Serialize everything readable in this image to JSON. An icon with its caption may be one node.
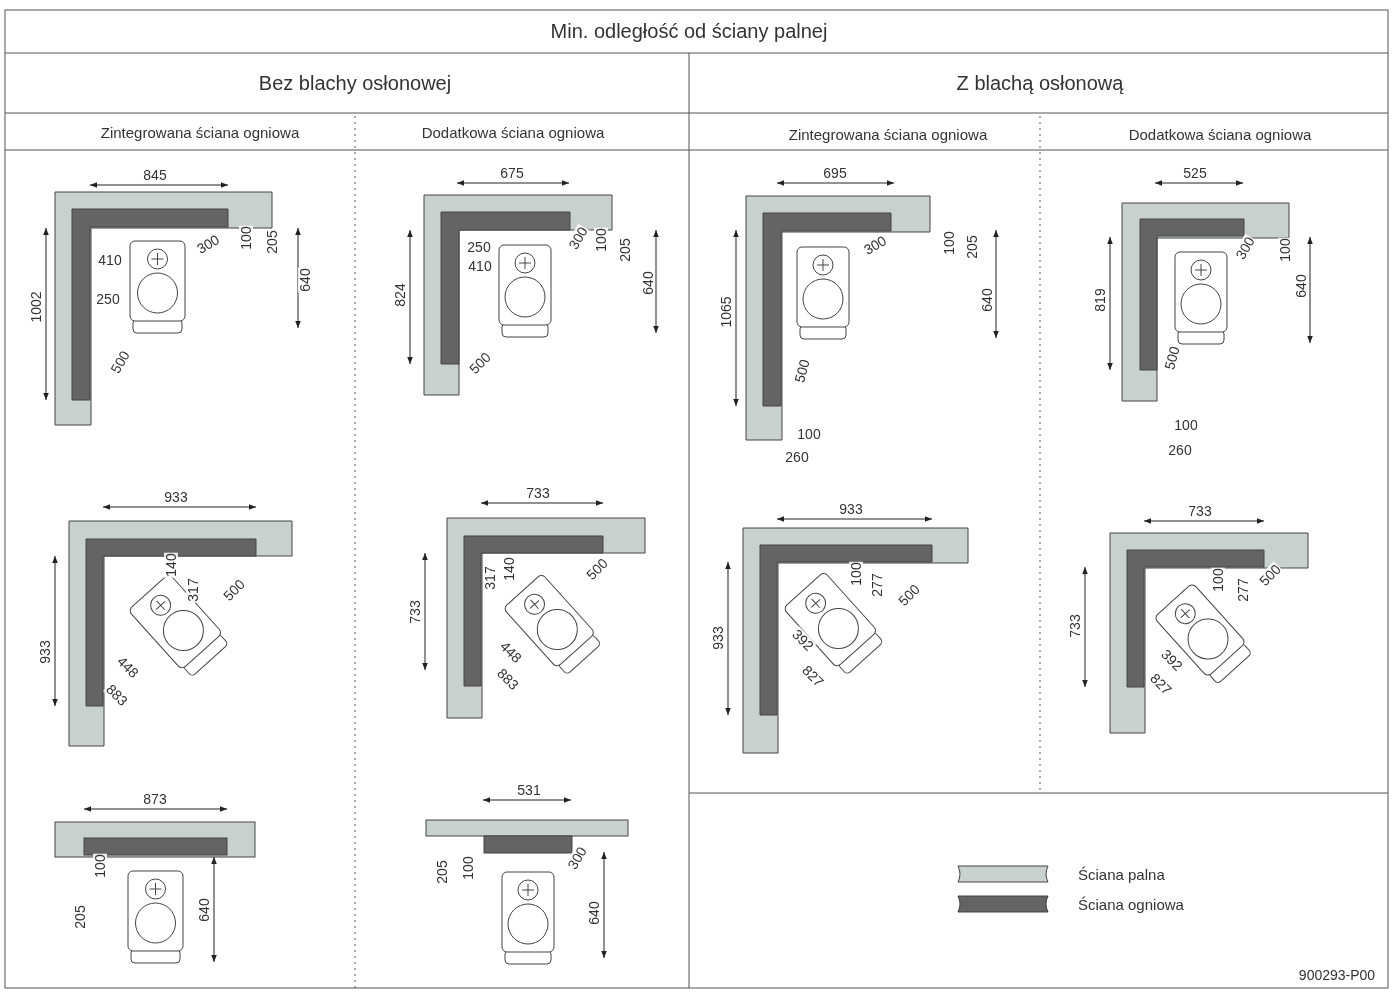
{
  "diagram": {
    "title": "Min. odległość od ściany palnej",
    "labels": [
      "Bez blachy osłonowej",
      "Z blachą osłonową",
      "Zintegrowana ściana ogniowa",
      "Dodatkowa ściana ogniowa",
      "Zintegrowana ściana ogniowa",
      "Dodatkowa ściana ogniowa",
      "845",
      "1002",
      "410",
      "250",
      "300",
      "100",
      "205",
      "640",
      "500",
      "675",
      "824",
      "250",
      "410",
      "300",
      "100",
      "205",
      "640",
      "500",
      "695",
      "1065",
      "300",
      "100",
      "205",
      "640",
      "500",
      "100",
      "260",
      "525",
      "819",
      "300",
      "100",
      "640",
      "500",
      "100",
      "260",
      "933",
      "933",
      "140",
      "317",
      "500",
      "448",
      "883",
      "733",
      "733",
      "317",
      "140",
      "500",
      "448",
      "883",
      "933",
      "933",
      "100",
      "277",
      "500",
      "392",
      "827",
      "733",
      "733",
      "100",
      "277",
      "500",
      "392",
      "827",
      "873",
      "100",
      "205",
      "640",
      "531",
      "205",
      "100",
      "300",
      "640",
      "900293-P00"
    ],
    "legend": [
      {
        "text": "Ściana palna",
        "color": "#c9d1ce"
      },
      {
        "text": "Ściana ogniowa",
        "color": "#646464"
      }
    ]
  }
}
